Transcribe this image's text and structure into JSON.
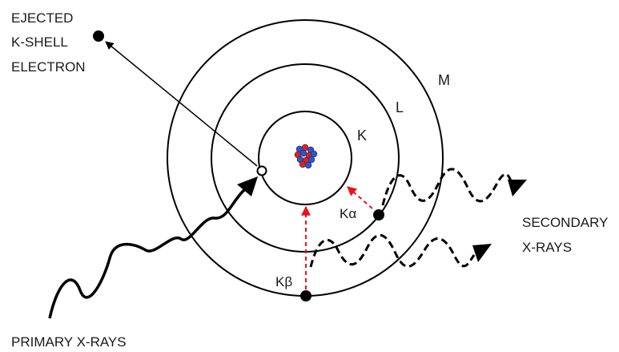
{
  "labels": {
    "ejected": [
      "EJECTED",
      "K-SHELL",
      "ELECTRON"
    ],
    "shell_k": "K",
    "shell_l": "L",
    "shell_m": "M",
    "k_alpha": "Kα",
    "k_beta": "Kβ",
    "secondary": [
      "SECONDARY",
      "X-RAYS"
    ],
    "primary": "PRIMARY X-RAYS"
  },
  "colors": {
    "line": "#000000",
    "transition": "#e8141c",
    "proton": "#d8232a",
    "neutron": "#2f55c8"
  }
}
